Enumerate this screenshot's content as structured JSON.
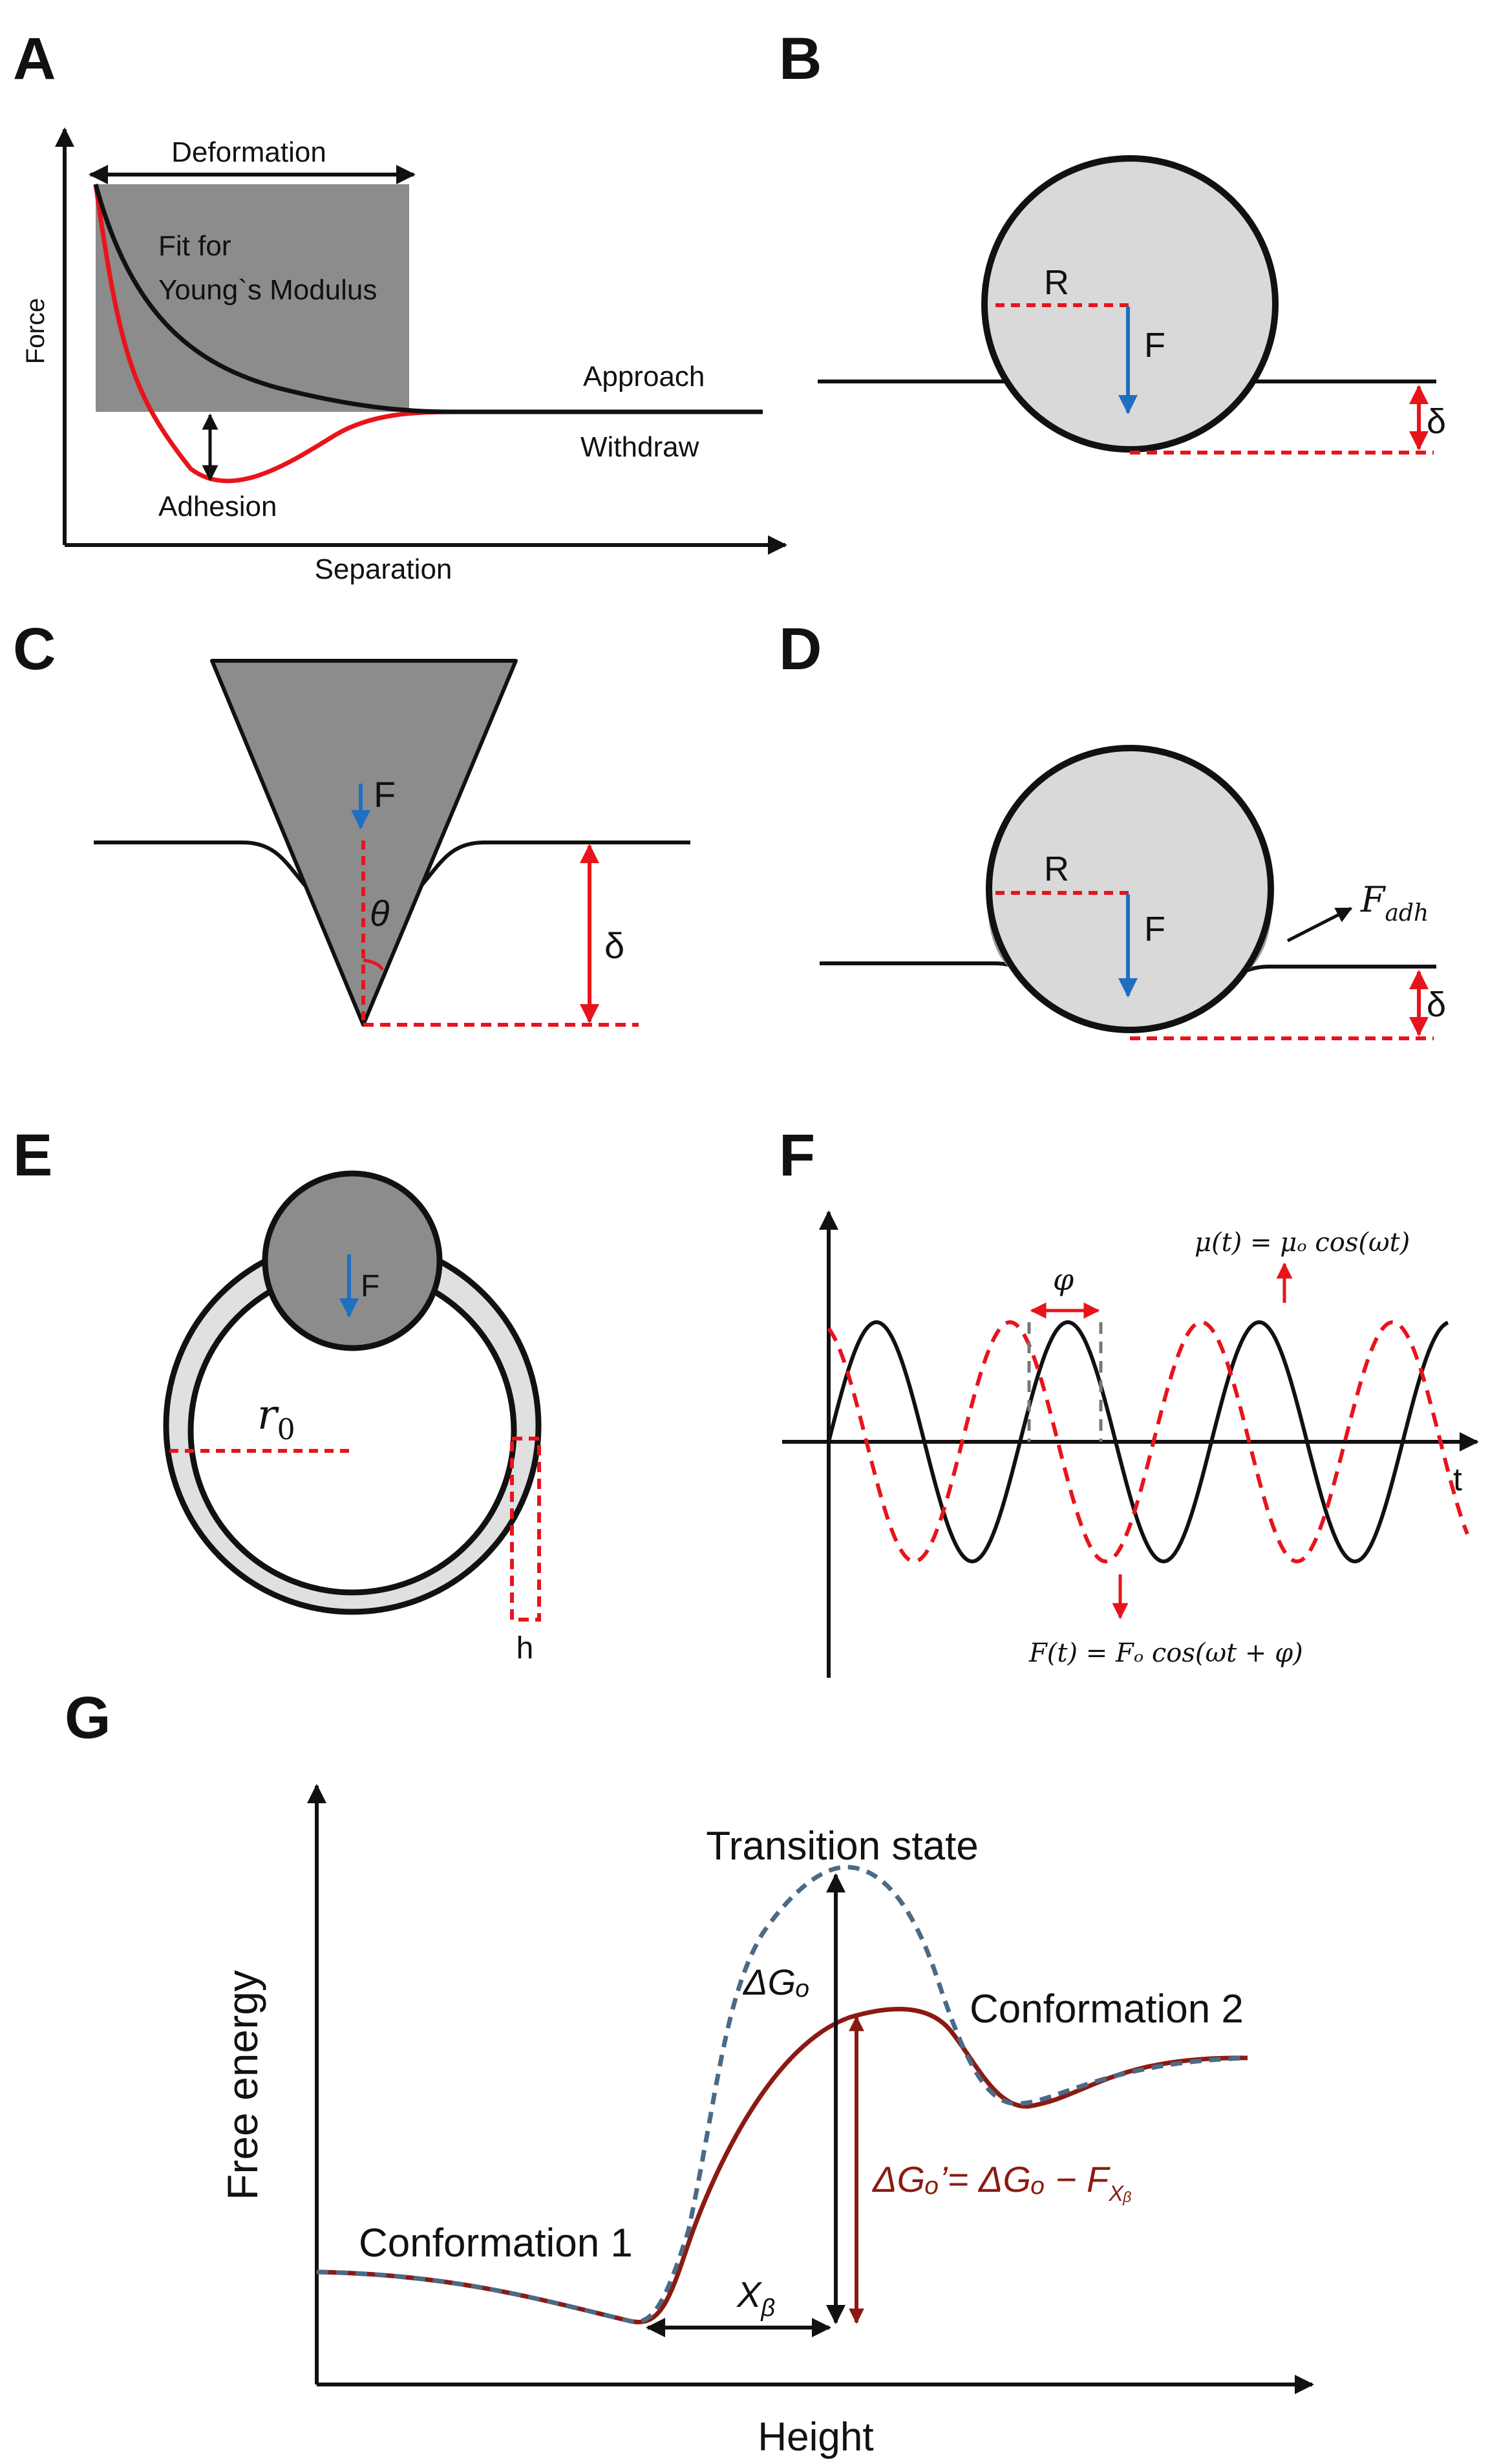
{
  "panels": {
    "A": {
      "label": "A",
      "deformation": "Deformation",
      "fit_line1": "Fit for",
      "fit_line2": "Young`s Modulus",
      "y_axis": "Force",
      "x_axis": "Separation",
      "approach": "Approach",
      "withdraw": "Withdraw",
      "adhesion": "Adhesion"
    },
    "B": {
      "label": "B",
      "radius": "R",
      "force": "F",
      "indent": "δ"
    },
    "C": {
      "label": "C",
      "force": "F",
      "angle": "θ",
      "indent": "δ"
    },
    "D": {
      "label": "D",
      "radius": "R",
      "force": "F",
      "adhesion_force": "F",
      "adhesion_sub": "adh",
      "indent": "δ"
    },
    "E": {
      "label": "E",
      "force": "F",
      "radius": "r",
      "radius_sub": "0",
      "thickness": "h"
    },
    "F": {
      "label": "F",
      "phase": "φ",
      "time": "t",
      "displacement_eq": "μ(t) = μₒ cos(ωt)",
      "force_eq": "F(t) = Fₒ cos(ωt + φ)"
    },
    "G": {
      "label": "G",
      "transition": "Transition state",
      "conf1": "Conformation 1",
      "conf2": "Conformation 2",
      "y_axis": "Free energy",
      "x_axis": "Height",
      "dg": "ΔGₒ",
      "dg_prime": "ΔGₒ’= ΔGₒ − F",
      "dg_prime_sub": "Xᵦ",
      "xb": "X",
      "xb_sub": "β"
    }
  },
  "colors": {
    "black": "#111111",
    "red": "#e8141b",
    "blue": "#1f6fc0",
    "gray_fill": "#8c8c8c",
    "light_fill": "#d9d9d9",
    "dark_red": "#8b1a12",
    "slate_dash": "#4b6a86"
  }
}
